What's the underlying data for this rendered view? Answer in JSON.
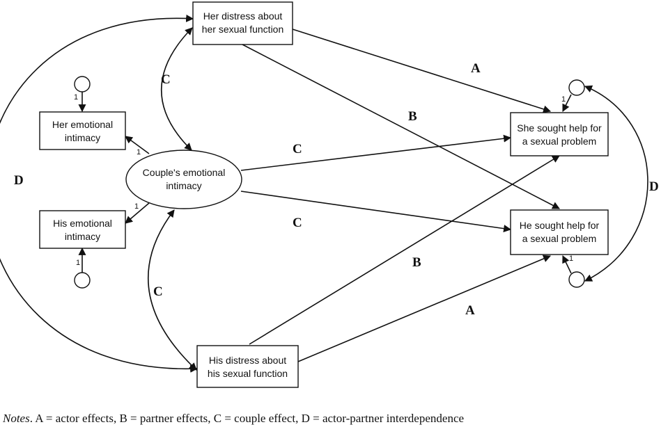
{
  "nodes": {
    "her_distress": [
      "Her distress about",
      "her sexual function"
    ],
    "his_distress": [
      "His distress about",
      "his sexual function"
    ],
    "her_emotional": [
      "Her emotional",
      "intimacy"
    ],
    "his_emotional": [
      "His emotional",
      "intimacy"
    ],
    "couple_intimacy": [
      "Couple's emotional",
      "intimacy"
    ],
    "she_sought": [
      "She sought help for",
      "a sexual problem"
    ],
    "he_sought": [
      "He sought help for",
      "a sexual problem"
    ]
  },
  "path_labels": {
    "a_top": "A",
    "a_bottom": "A",
    "b_top": "B",
    "b_bottom": "B",
    "c_upper_curve": "C",
    "c_lower_curve": "C",
    "c_to_she": "C",
    "c_to_he": "C",
    "d_left": "D",
    "d_right": "D"
  },
  "loadings": {
    "her_error": "1",
    "his_error": "1",
    "her_factor": "1",
    "his_factor": "1",
    "she_error": "1",
    "he_error": "1"
  },
  "notes": {
    "prefix": "Notes",
    "text": ". A = actor effects, B = partner effects, C = couple effect, D = actor-partner interdependence"
  },
  "colors": {
    "stroke": "#111111",
    "background": "#ffffff"
  }
}
